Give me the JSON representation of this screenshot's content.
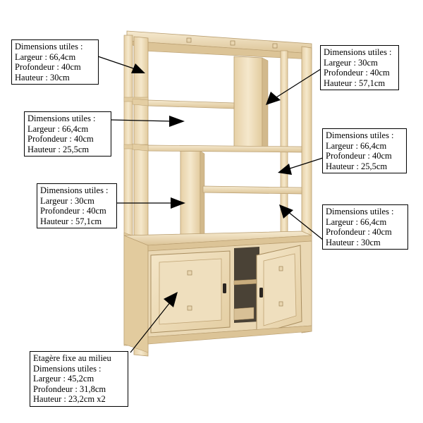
{
  "callouts": [
    {
      "lines": [
        "Dimensions utiles :",
        "Largeur : 66,4cm",
        "Profondeur : 40cm",
        "Hauteur : 30cm"
      ]
    },
    {
      "lines": [
        "Dimensions utiles :",
        "Largeur : 30cm",
        "Profondeur : 40cm",
        "Hauteur : 57,1cm"
      ]
    },
    {
      "lines": [
        "Dimensions utiles :",
        "Largeur : 66,4cm",
        "Profondeur : 40cm",
        "Hauteur : 25,5cm"
      ]
    },
    {
      "lines": [
        "Dimensions utiles :",
        "Largeur : 66,4cm",
        "Profondeur : 40cm",
        "Hauteur : 25,5cm"
      ]
    },
    {
      "lines": [
        "Dimensions utiles :",
        "Largeur : 30cm",
        "Profondeur : 40cm",
        "Hauteur : 57,1cm"
      ]
    },
    {
      "lines": [
        "Dimensions utiles :",
        "Largeur : 66,4cm",
        "Profondeur : 40cm",
        "Hauteur : 30cm"
      ]
    },
    {
      "lines": [
        "Etagère fixe au milieu",
        "Dimensions utiles :",
        "Largeur : 45,2cm",
        "Profondeur : 31,8cm",
        "Hauteur : 23,2cm x2"
      ]
    }
  ],
  "colors": {
    "wood_light": "#f3e4c6",
    "wood_mid": "#e8d4ae",
    "wood_dark": "#d2b98c",
    "wood_edge": "#b89d6f",
    "interior_dark": "#4a4236",
    "arrow": "#000000",
    "border": "#000000"
  },
  "icons": [
    "door-knob-icon",
    "arrow-icon"
  ]
}
